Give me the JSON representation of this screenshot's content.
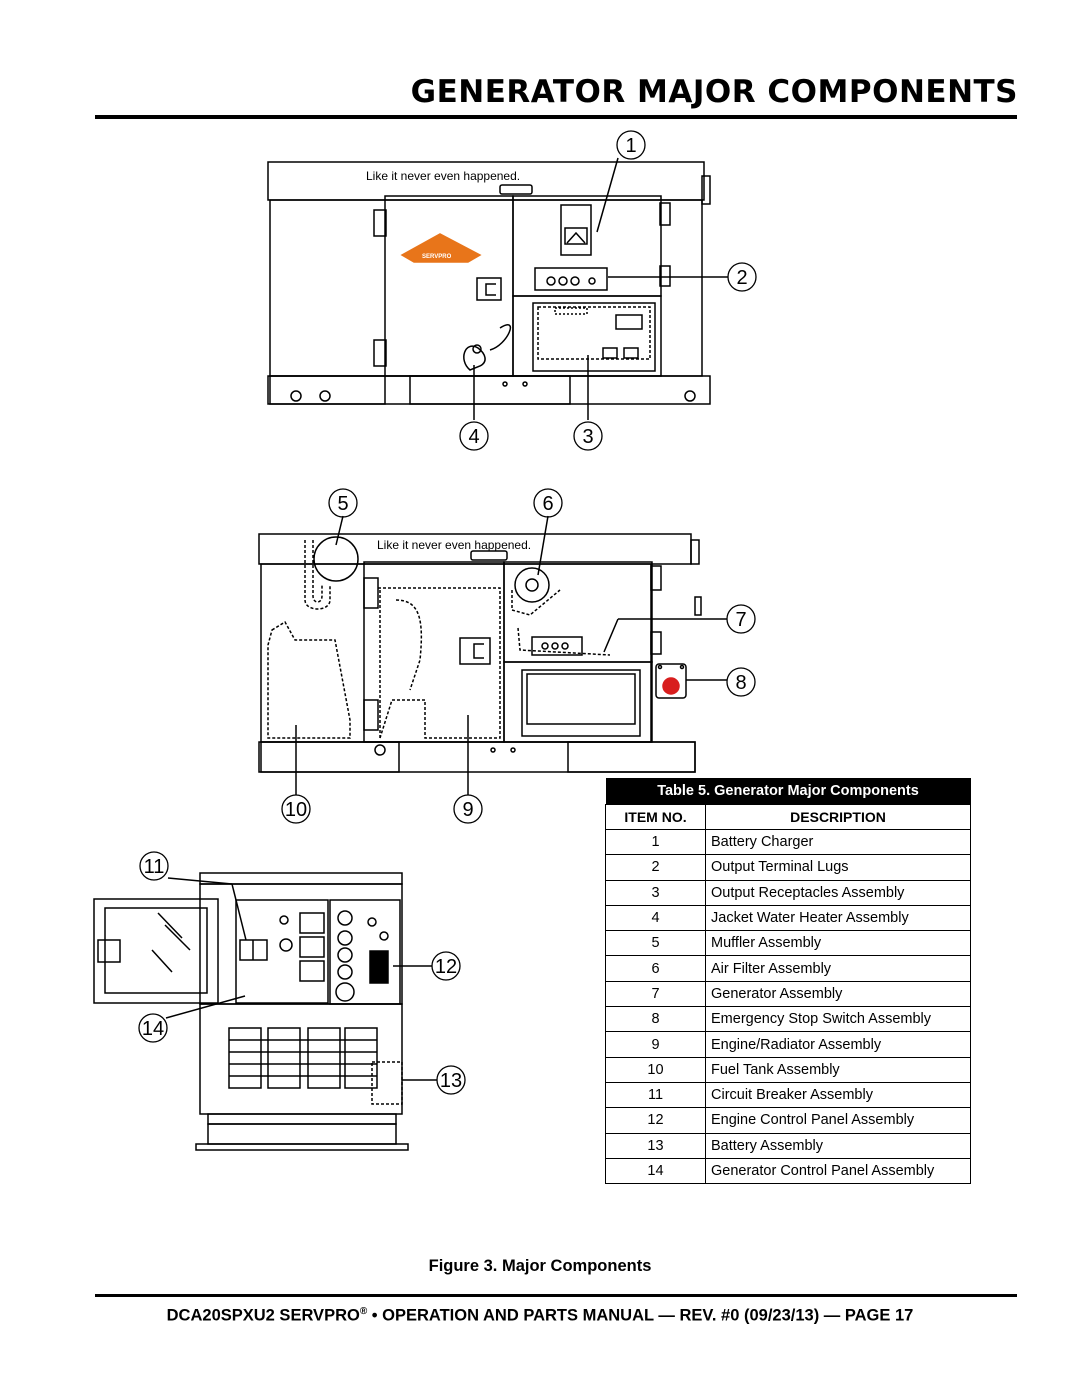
{
  "header": {
    "title": "GENERATOR MAJOR COMPONENTS"
  },
  "figure": {
    "slogan_top": "Like it never even happened.",
    "slogan_side": "Like it never even happened.",
    "logo_text": "SERVPRO",
    "callouts": [
      "1",
      "2",
      "3",
      "4",
      "5",
      "6",
      "7",
      "8",
      "9",
      "10",
      "11",
      "12",
      "13",
      "14"
    ],
    "caption": "Figure 3. Major Components"
  },
  "table": {
    "caption": "Table 5. Generator Major Components",
    "col_item": "ITEM NO.",
    "col_desc": "DESCRIPTION",
    "rows": [
      {
        "num": "1",
        "desc": "Battery Charger"
      },
      {
        "num": "2",
        "desc": "Output Terminal Lugs"
      },
      {
        "num": "3",
        "desc": "Output Receptacles Assembly"
      },
      {
        "num": "4",
        "desc": "Jacket Water Heater Assembly"
      },
      {
        "num": "5",
        "desc": "Muffler Assembly"
      },
      {
        "num": "6",
        "desc": "Air Filter Assembly"
      },
      {
        "num": "7",
        "desc": "Generator Assembly"
      },
      {
        "num": "8",
        "desc": "Emergency Stop Switch Assembly"
      },
      {
        "num": "9",
        "desc": "Engine/Radiator Assembly"
      },
      {
        "num": "10",
        "desc": "Fuel Tank Assembly"
      },
      {
        "num": "11",
        "desc": "Circuit Breaker Assembly"
      },
      {
        "num": "12",
        "desc": "Engine Control Panel Assembly"
      },
      {
        "num": "13",
        "desc": "Battery Assembly"
      },
      {
        "num": "14",
        "desc": "Generator Control Panel Assembly"
      }
    ]
  },
  "footer": {
    "model": "DCA20SPXU2 SERVPRO",
    "reg": "®",
    "rest": " • OPERATION AND PARTS MANUAL — REV. #0 (09/23/13) — PAGE 17"
  },
  "colors": {
    "logo_orange": "#e8751a",
    "stop_red": "#d81e1e",
    "ink": "#000000"
  }
}
